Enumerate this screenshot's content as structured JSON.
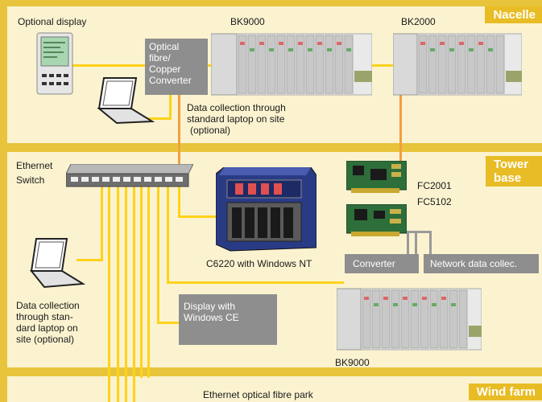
{
  "zones": {
    "nacelle": "Nacelle",
    "tower_base_line1": "Tower",
    "tower_base_line2": "base",
    "wind_farm": "Wind farm"
  },
  "labels": {
    "optional_display": "Optional display",
    "bk9000_top": "BK9000",
    "bk2000": "BK2000",
    "optical_converter_line1": "Optical",
    "optical_converter_line2": "fibre/",
    "optical_converter_line3": "Copper",
    "optical_converter_line4": "Converter",
    "data_collection_top_line1": "Data collection through",
    "data_collection_top_line2": "standard laptop on site",
    "data_collection_top_line3": "(optional)",
    "ethernet_switch_line1": "Ethernet",
    "ethernet_switch_line2": "Switch",
    "fc2001": "FC2001",
    "fc5102": "FC5102",
    "converter": "Converter",
    "network_data_collec": "Network data collec.",
    "c6220": "C6220 with Windows NT",
    "data_collection_left_line1": "Data collection",
    "data_collection_left_line2": "through stan-",
    "data_collection_left_line3": "dard laptop on",
    "data_collection_left_line4": "site (optional)",
    "display_ce_line1": "Display with",
    "display_ce_line2": "Windows CE",
    "bk9000_bottom": "BK9000",
    "ethernet_optical_fibre_park": "Ethernet optical fibre park"
  },
  "colors": {
    "background": "#e8c43c",
    "panel": "#fbf3d0",
    "zone_label_bg": "#e8bc24",
    "ethernet_line": "#ffd21a",
    "lightbus_line": "#f0a040",
    "gray_box": "#8e8e8e"
  }
}
